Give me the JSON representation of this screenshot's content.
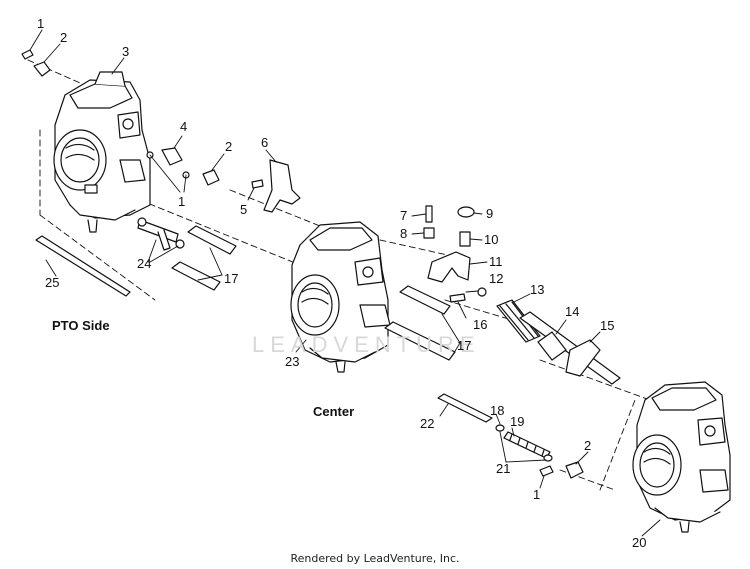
{
  "callouts": [
    "1",
    "2",
    "3",
    "4",
    "2",
    "1",
    "6",
    "5",
    "7",
    "8",
    "9",
    "10",
    "11",
    "12",
    "25",
    "24",
    "17",
    "13",
    "14",
    "15",
    "16",
    "17",
    "23",
    "22",
    "18",
    "19",
    "21",
    "2",
    "1",
    "20"
  ],
  "sections": {
    "pto": "PTO Side",
    "center": "Center"
  },
  "watermark": "LEADVENTURE",
  "footer": "Rendered by LeadVenture, Inc."
}
